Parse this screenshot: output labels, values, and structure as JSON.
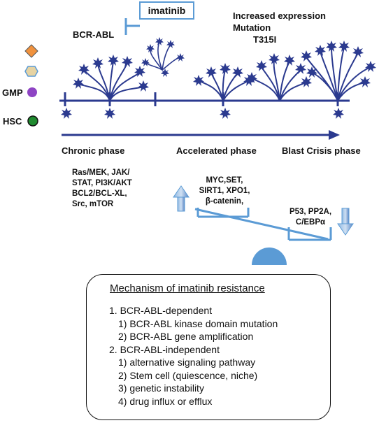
{
  "inhibitor": {
    "label": "imatinib"
  },
  "oncogene": {
    "label": "BCR-ABL"
  },
  "blast_changes": {
    "line1": "Increased expression",
    "line2": "Mutation",
    "line3": "T315I"
  },
  "legend": {
    "gmp_label": "GMP",
    "hsc_label": "HSC",
    "colors": {
      "diamond": "#f0923e",
      "hexagon": "#e6d3a3",
      "gmp": "#8e44c4",
      "hsc": "#1f8a2f"
    }
  },
  "phases": {
    "chronic": "Chronic phase",
    "accelerated": "Accelerated phase",
    "blast": "Blast Crisis phase"
  },
  "pathways_up_left": [
    "Ras/MEK, JAK/",
    "STAT, PI3K/AKT",
    "BCL2/BCL-XL,",
    "Src, mTOR"
  ],
  "balance": {
    "left": [
      "MYC,SET,",
      "SIRT1, XPO1,",
      "β-catenin,"
    ],
    "right": [
      "P53, PP2A,",
      "C/EBPα"
    ]
  },
  "resistance": {
    "title": "Mechanism of imatinib resistance",
    "lines": [
      "1. BCR-ABL-dependent",
      "1) BCR-ABL kinase  domain mutation",
      "2) BCR-ABL gene amplification",
      "2. BCR-ABL-independent",
      "1) alternative signaling pathway",
      "2) Stem cell (quiescence, niche)",
      "3) genetic instability",
      "4) drug influx or efflux"
    ]
  },
  "colors": {
    "navy": "#2b3a8f",
    "light_blue": "#5b9bd5"
  }
}
